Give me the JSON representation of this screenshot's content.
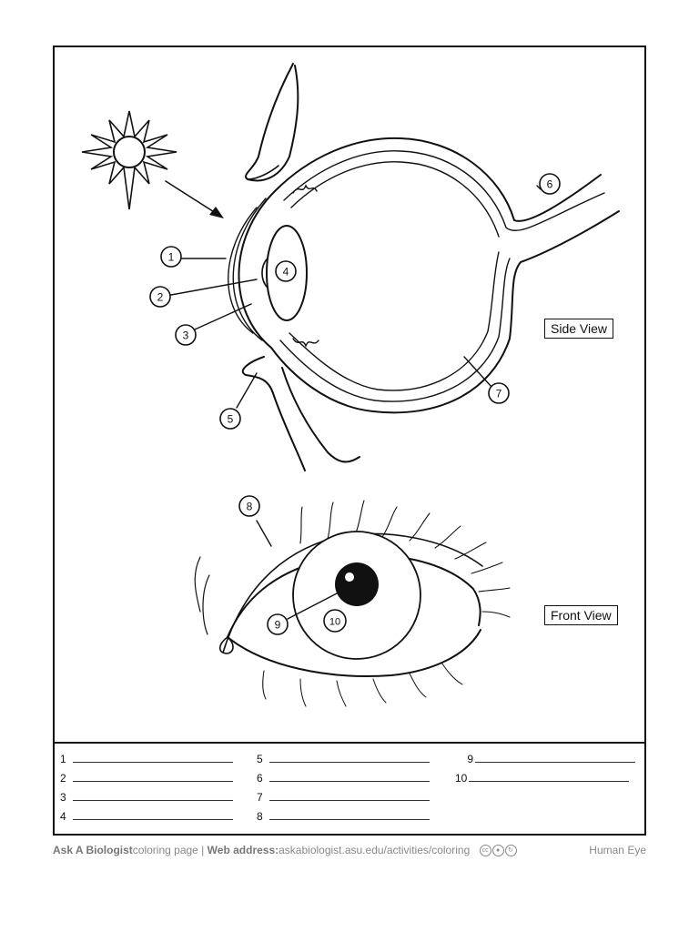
{
  "labels": {
    "side_view": "Side View",
    "front_view": "Front View"
  },
  "callouts": [
    "1",
    "2",
    "3",
    "4",
    "5",
    "6",
    "7",
    "8",
    "9",
    "10"
  ],
  "answers": [
    {
      "num": "1"
    },
    {
      "num": "2"
    },
    {
      "num": "3"
    },
    {
      "num": "4"
    },
    {
      "num": "5"
    },
    {
      "num": "6"
    },
    {
      "num": "7"
    },
    {
      "num": "8"
    },
    {
      "num": "9"
    },
    {
      "num": "10"
    }
  ],
  "footer": {
    "brand": "Ask A Biologist",
    "page_type": "coloring page |",
    "web_label": "Web address:",
    "url": "askabiologist.asu.edu/activities/coloring",
    "license_icons": [
      "cc-icon",
      "by-icon",
      "sa-icon"
    ],
    "title": "Human Eye"
  }
}
